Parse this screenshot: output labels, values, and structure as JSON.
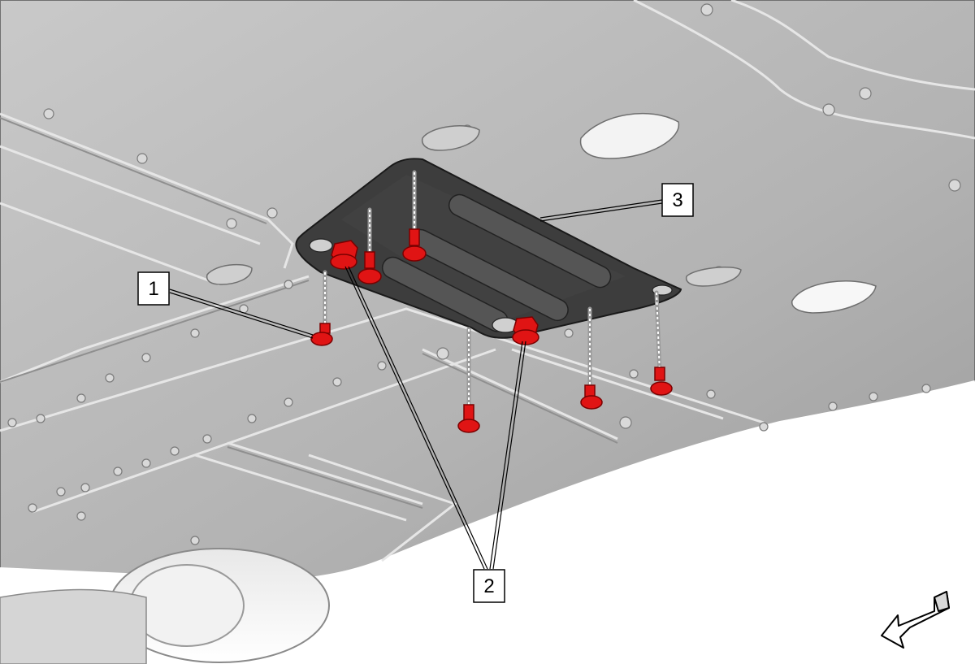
{
  "callouts": [
    {
      "id": "1",
      "label": "1"
    },
    {
      "id": "2",
      "label": "2"
    },
    {
      "id": "3",
      "label": "3"
    }
  ],
  "colors": {
    "underbody": "#b9b9b9",
    "underbody_shadow": "#8e8e8e",
    "plate": "#3f3f3f",
    "fastener": "#e01414",
    "leader": "#000000"
  },
  "icons": {
    "fastener": "bolt-icon",
    "direction": "front-direction-arrow-icon"
  }
}
